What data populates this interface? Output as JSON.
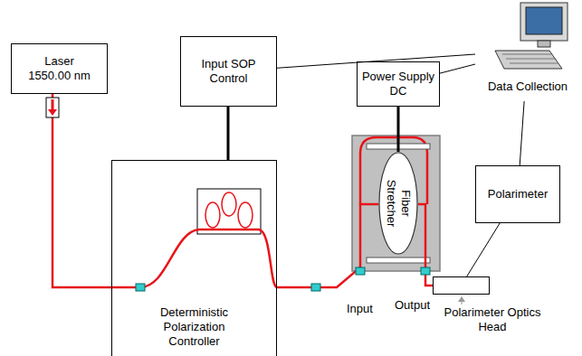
{
  "diagram": {
    "nodes": [
      {
        "text": [
          "Laser 1550.00 nm"
        ]
      },
      {
        "text": [
          "Input SOP Control"
        ]
      },
      {
        "text": [
          "Power Supply DC"
        ]
      },
      {
        "text": [
          "Data Collection"
        ]
      },
      {
        "text": [
          "Deterministic Polarization Controller"
        ]
      },
      {
        "text": [
          "Fiber Stretcher"
        ]
      },
      {
        "text": [
          "Polarimeter"
        ]
      },
      {
        "text": [
          "Polarimeter Optics Head"
        ]
      }
    ],
    "edges": [
      {
        "from": 0,
        "to": 4,
        "arrow": "none"
      },
      {
        "from": 1,
        "to": 4,
        "arrow": "none"
      },
      {
        "from": 4,
        "to": 5,
        "arrow": "none"
      },
      {
        "from": 2,
        "to": 5,
        "arrow": "none"
      },
      {
        "from": 5,
        "to": 7,
        "arrow": "none"
      },
      {
        "from": 3,
        "to": 1,
        "arrow": "none"
      },
      {
        "from": 3,
        "to": 2,
        "arrow": "none"
      },
      {
        "from": 3,
        "to": 6,
        "arrow": "none"
      },
      {
        "from": 6,
        "to": 7,
        "arrow": "none"
      }
    ],
    "labels": [
      "Input",
      "Output"
    ]
  }
}
